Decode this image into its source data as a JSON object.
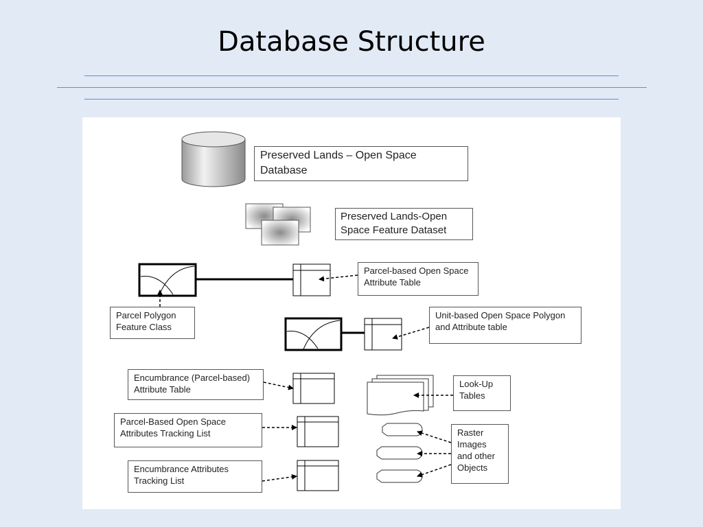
{
  "slide": {
    "title": "Database Structure"
  },
  "labels": {
    "database": "Preserved Lands – Open Space Database",
    "feature_dataset": "Preserved Lands-Open Space Feature Dataset",
    "parcel_attr_table": "Parcel-based Open Space Attribute Table",
    "parcel_polygon": "Parcel Polygon Feature Class",
    "unit_based": "Unit-based Open Space Polygon and Attribute table",
    "encumbrance_parcel": "Encumbrance (Parcel-based) Attribute Table",
    "lookup": "Look-Up Tables",
    "parcel_tracking": "Parcel-Based Open Space Attributes Tracking List",
    "raster": "Raster Images and other Objects",
    "encumbrance_tracking": "Encumbrance Attributes Tracking List"
  },
  "colors": {
    "background": "#e2eaf6",
    "rule": "#5b8fd6",
    "panel": "#ffffff"
  }
}
